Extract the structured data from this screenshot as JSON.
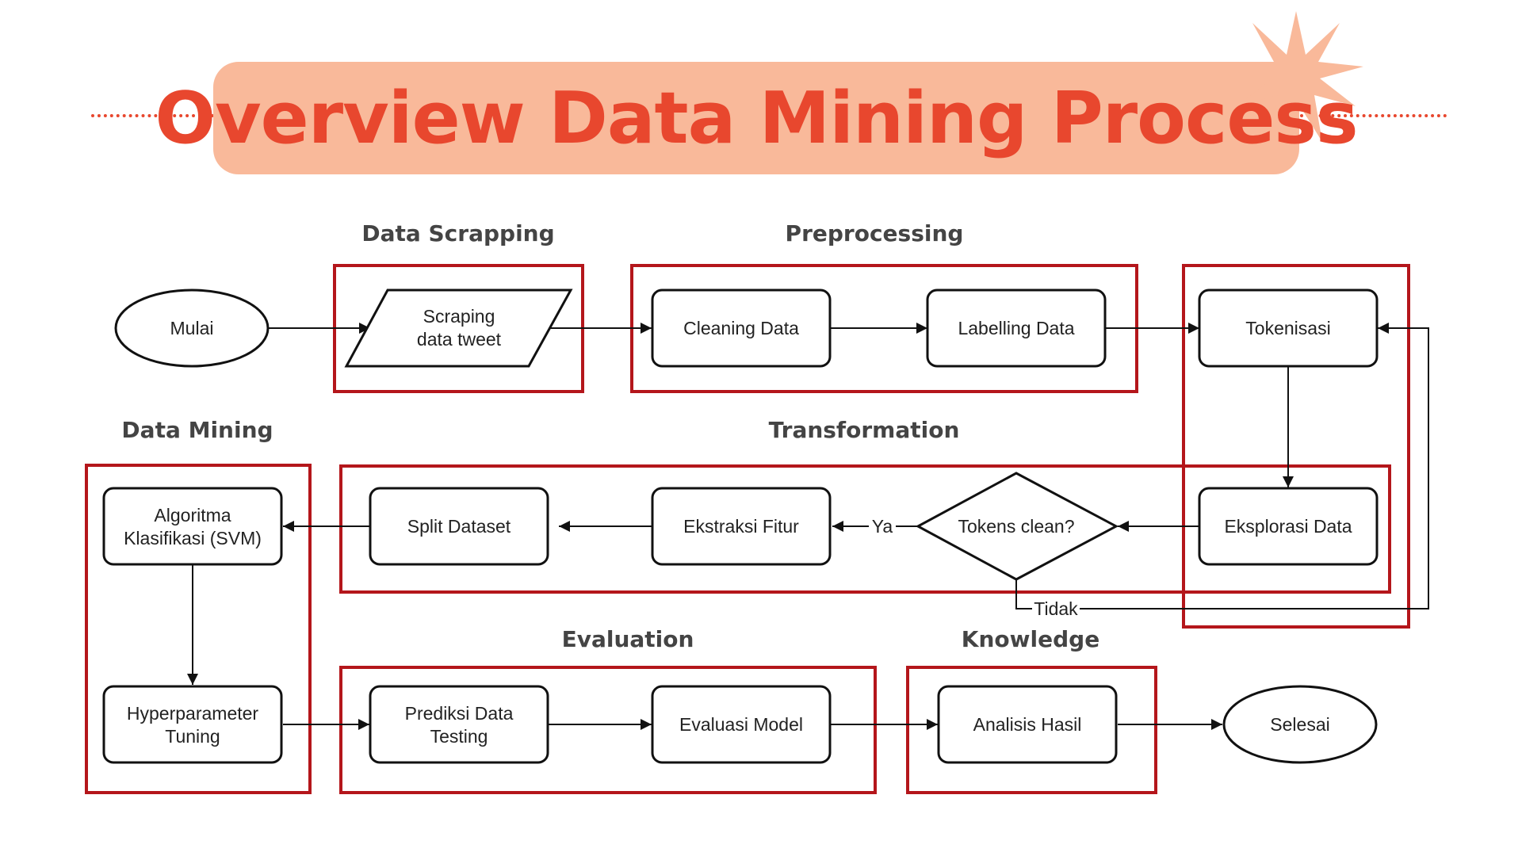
{
  "header": {
    "title": "Overview Data Mining Process"
  },
  "stages": {
    "data_scrapping": "Data Scrapping",
    "preprocessing": "Preprocessing",
    "data_mining": "Data Mining",
    "transformation": "Transformation",
    "evaluation": "Evaluation",
    "knowledge": "Knowledge"
  },
  "nodes": {
    "mulai": "Mulai",
    "scraping_line1": "Scraping",
    "scraping_line2": "data tweet",
    "cleaning": "Cleaning Data",
    "labelling": "Labelling Data",
    "tokenisasi": "Tokenisasi",
    "eksplorasi": "Eksplorasi Data",
    "tokens_clean": "Tokens clean?",
    "ekstraksi": "Ekstraksi Fitur",
    "split": "Split Dataset",
    "algoritma_line1": "Algoritma",
    "algoritma_line2": "Klasifikasi (SVM)",
    "hyper_line1": "Hyperparameter",
    "hyper_line2": "Tuning",
    "prediksi_line1": "Prediksi Data",
    "prediksi_line2": "Testing",
    "evaluasi": "Evaluasi Model",
    "analisis": "Analisis Hasil",
    "selesai": "Selesai"
  },
  "edges": {
    "ya": "Ya",
    "tidak": "Tidak"
  },
  "colors": {
    "accent": "#e8472e",
    "banner": "#f9b99a",
    "stage_box": "#b4161b",
    "stage_label": "#444444"
  }
}
